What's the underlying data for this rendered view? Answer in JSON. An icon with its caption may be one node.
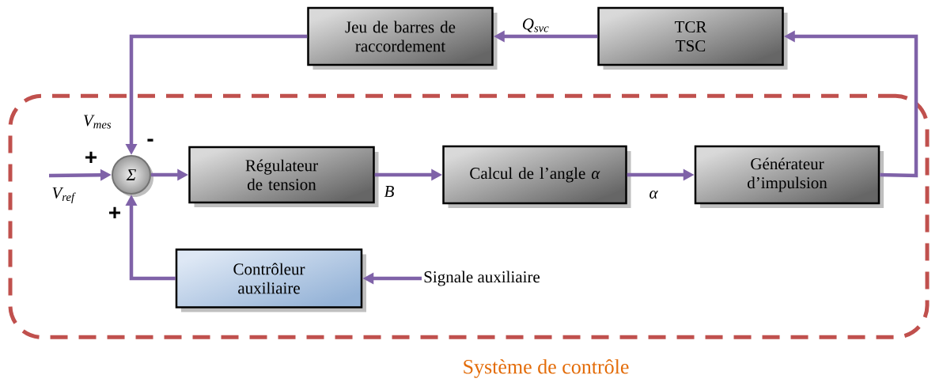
{
  "diagram": {
    "nodes": [
      {
        "text": [
          "Système de contrôle"
        ]
      },
      {
        "text": [
          "Jeu de barres de raccordement"
        ]
      },
      {
        "text": [
          "TCR TSC"
        ]
      },
      {
        "text": [
          "Σ"
        ],
        "in": 0
      },
      {
        "text": [
          "Régulateur de tension"
        ],
        "in": 0
      },
      {
        "text": [
          "Calcul de l’angle *α*"
        ],
        "in": 0
      },
      {
        "text": [
          "Générateur d’impulsion"
        ],
        "in": 0
      },
      {
        "text": [
          "Contrôleur auxiliaire"
        ],
        "in": 0
      },
      {
        "text": [
          "Signale auxiliaire"
        ],
        "in": 0
      }
    ],
    "edges": [
      {
        "from": null,
        "to": 3,
        "arrow": "to",
        "label": "V$_{ref}$"
      },
      {
        "from": 1,
        "to": 3,
        "arrow": "to",
        "label": "V$_{mes}$"
      },
      {
        "from": 3,
        "to": 4,
        "arrow": "to"
      },
      {
        "from": 4,
        "to": 5,
        "arrow": "to",
        "label": "B"
      },
      {
        "from": 5,
        "to": 6,
        "arrow": "to",
        "label": "α"
      },
      {
        "from": 6,
        "to": 2,
        "arrow": "to"
      },
      {
        "from": 2,
        "to": 1,
        "arrow": "to",
        "label": "Q$_{svc}$"
      },
      {
        "from": 7,
        "to": 3,
        "arrow": "to"
      },
      {
        "from": 8,
        "to": 7,
        "arrow": "to"
      }
    ],
    "labels": [
      "-",
      "+",
      "+"
    ]
  }
}
